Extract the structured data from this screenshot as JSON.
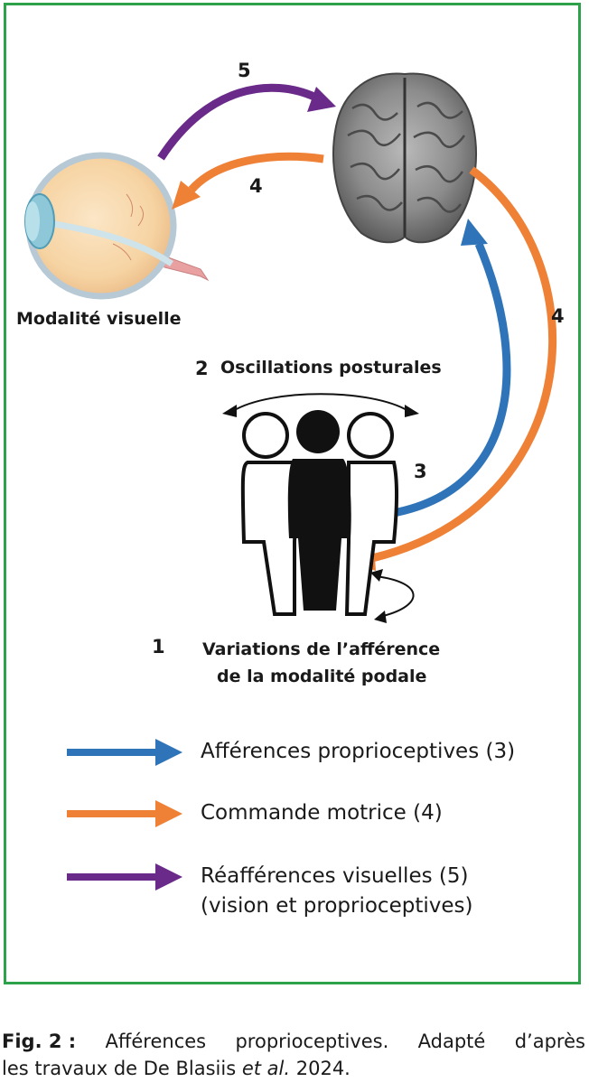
{
  "labels": {
    "visual_modality": "Modalité visuelle",
    "postural_oscillations": "Oscillations posturales",
    "podal_line1": "Variations de l’afférence",
    "podal_line2": "de la modalité podale"
  },
  "numbers": {
    "n1": "1",
    "n2": "2",
    "n3": "3",
    "n4_eye": "4",
    "n4_right": "4",
    "n5": "5"
  },
  "legend": [
    {
      "label": "Afférences proprioceptives (3)",
      "color": "#2f74b8"
    },
    {
      "label": "Commande motrice (4)",
      "color": "#ef8137"
    },
    {
      "label": "Réafférences visuelles (5)",
      "label2": "(vision et proprioceptives)",
      "color": "#6a2a8a"
    }
  ],
  "caption": {
    "fig": "Fig. 2 :",
    "w1": "Afférences",
    "w2": "proprioceptives.",
    "w3": "Adapté",
    "w4": "d’après",
    "line2_pre": "les travaux de De Blasiis ",
    "line2_em": "et al.",
    "line2_post": " 2024."
  },
  "colors": {
    "frame": "#2ea24a",
    "blue": "#2f74b8",
    "orange": "#ef8137",
    "purple": "#6a2a8a"
  },
  "icons": [
    "eye-illustration",
    "brain-illustration",
    "person-figures"
  ]
}
